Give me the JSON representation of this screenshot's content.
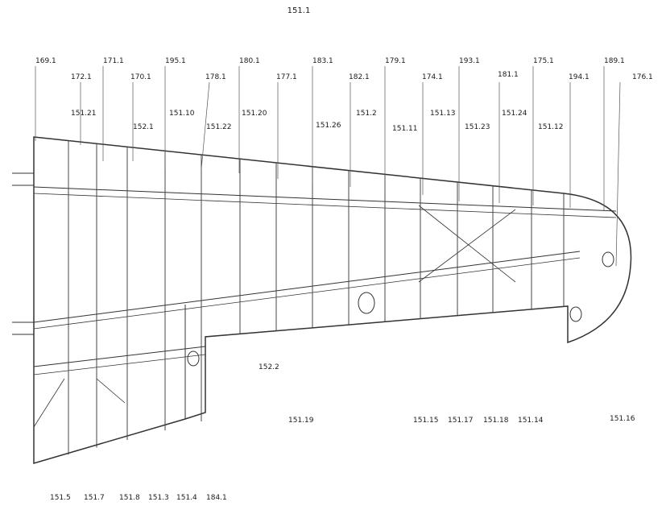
{
  "drawing": {
    "title": "151.1",
    "top_labels": [
      "169.1",
      "172.1",
      "171.1",
      "170.1",
      "195.1",
      "178.1",
      "180.1",
      "177.1",
      "183.1",
      "182.1",
      "179.1",
      "174.1",
      "193.1",
      "181.1",
      "175.1",
      "194.1",
      "189.1",
      "176.1"
    ],
    "upper_labels": [
      "151.21",
      "152.1",
      "151.10",
      "151.22",
      "151.20",
      "151.26",
      "151.2",
      "151.11",
      "151.13",
      "151.23",
      "151.24",
      "151.12"
    ],
    "mid_labels": [
      "152.2",
      "151.19",
      "151.15",
      "151.17",
      "151.18",
      "151.14",
      "151.16"
    ],
    "bottom_labels": [
      "151.5",
      "151.7",
      "151.8",
      "151.3",
      "151.4",
      "184.1"
    ]
  }
}
